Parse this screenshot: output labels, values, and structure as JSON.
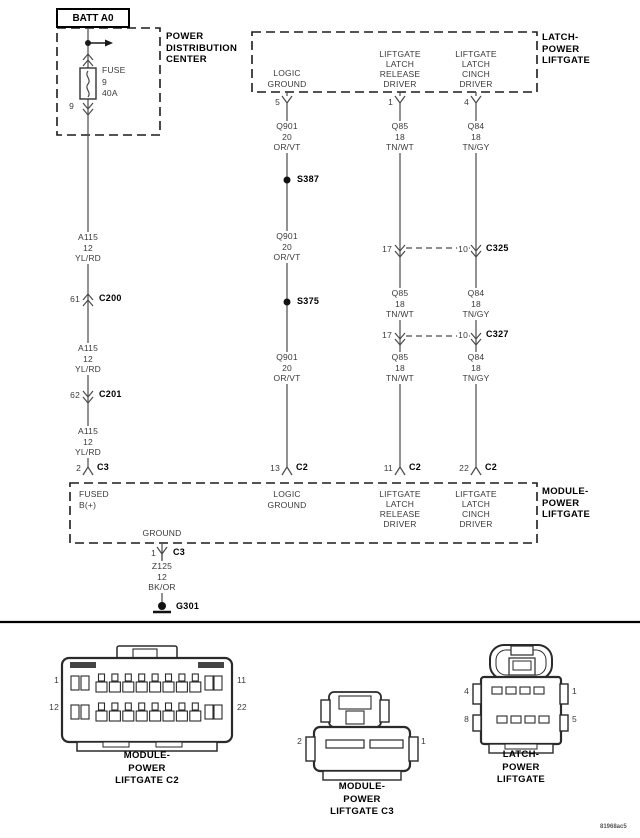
{
  "battery": {
    "label": "BATT A0"
  },
  "pdc": {
    "name": "POWER\nDISTRIBUTION\nCENTER",
    "fuse_label": "FUSE\n9\n40A",
    "fuse_pin": "9"
  },
  "latch_box": {
    "name": "LATCH-\nPOWER\nLIFTGATE",
    "logic_ground": "LOGIC\nGROUND",
    "release_driver": "LIFTGATE\nLATCH\nRELEASE\nDRIVER",
    "cinch_driver": "LIFTGATE\nLATCH\nCINCH\nDRIVER",
    "pin_logic_ground": "5",
    "pin_release": "1",
    "pin_cinch": "4"
  },
  "wires": {
    "a115": "A115\n12\nYL/RD",
    "q901": "Q901\n20\nOR/VT",
    "q85": "Q85\n18\nTN/WT",
    "q84": "Q84\n18\nTN/GY",
    "z125": "Z125\n12\nBK/OR"
  },
  "splices": {
    "s387": "S387",
    "s375": "S375"
  },
  "inline_connectors": {
    "c200": {
      "pin": "61",
      "name": "C200"
    },
    "c201": {
      "pin": "62",
      "name": "C201"
    },
    "c325": {
      "pin_left": "17",
      "pin_right": "10",
      "name": "C325"
    },
    "c327": {
      "pin_left": "17",
      "pin_right": "10",
      "name": "C327"
    }
  },
  "module_box": {
    "name": "MODULE-\nPOWER\nLIFTGATE",
    "fused_b_label": "FUSED\nB(+)",
    "logic_ground_label": "LOGIC\nGROUND",
    "release_label": "LIFTGATE\nLATCH\nRELEASE\nDRIVER",
    "cinch_label": "LIFTGATE\nLATCH\nCINCH\nDRIVER",
    "ground_label": "GROUND",
    "pins": {
      "fused_b": {
        "pin": "2",
        "conn": "C3"
      },
      "logic_ground": {
        "pin": "13",
        "conn": "C2"
      },
      "release": {
        "pin": "11",
        "conn": "C2"
      },
      "cinch": {
        "pin": "22",
        "conn": "C2"
      },
      "ground": {
        "pin": "1",
        "conn": "C3"
      }
    }
  },
  "ground": {
    "name": "G301"
  },
  "connector_views": {
    "c2": {
      "caption": "MODULE-\nPOWER\nLIFTGATE C2",
      "pin_tl": "1",
      "pin_tr": "11",
      "pin_bl": "12",
      "pin_br": "22"
    },
    "c3": {
      "caption": "MODULE-\nPOWER\nLIFTGATE C3",
      "pin_left": "2",
      "pin_right": "1"
    },
    "latch": {
      "caption": "LATCH-\nPOWER\nLIFTGATE",
      "pin_tl": "4",
      "pin_tr": "1",
      "pin_bl": "8",
      "pin_br": "5"
    }
  },
  "footer": {
    "doc_id": "81968ac5"
  }
}
